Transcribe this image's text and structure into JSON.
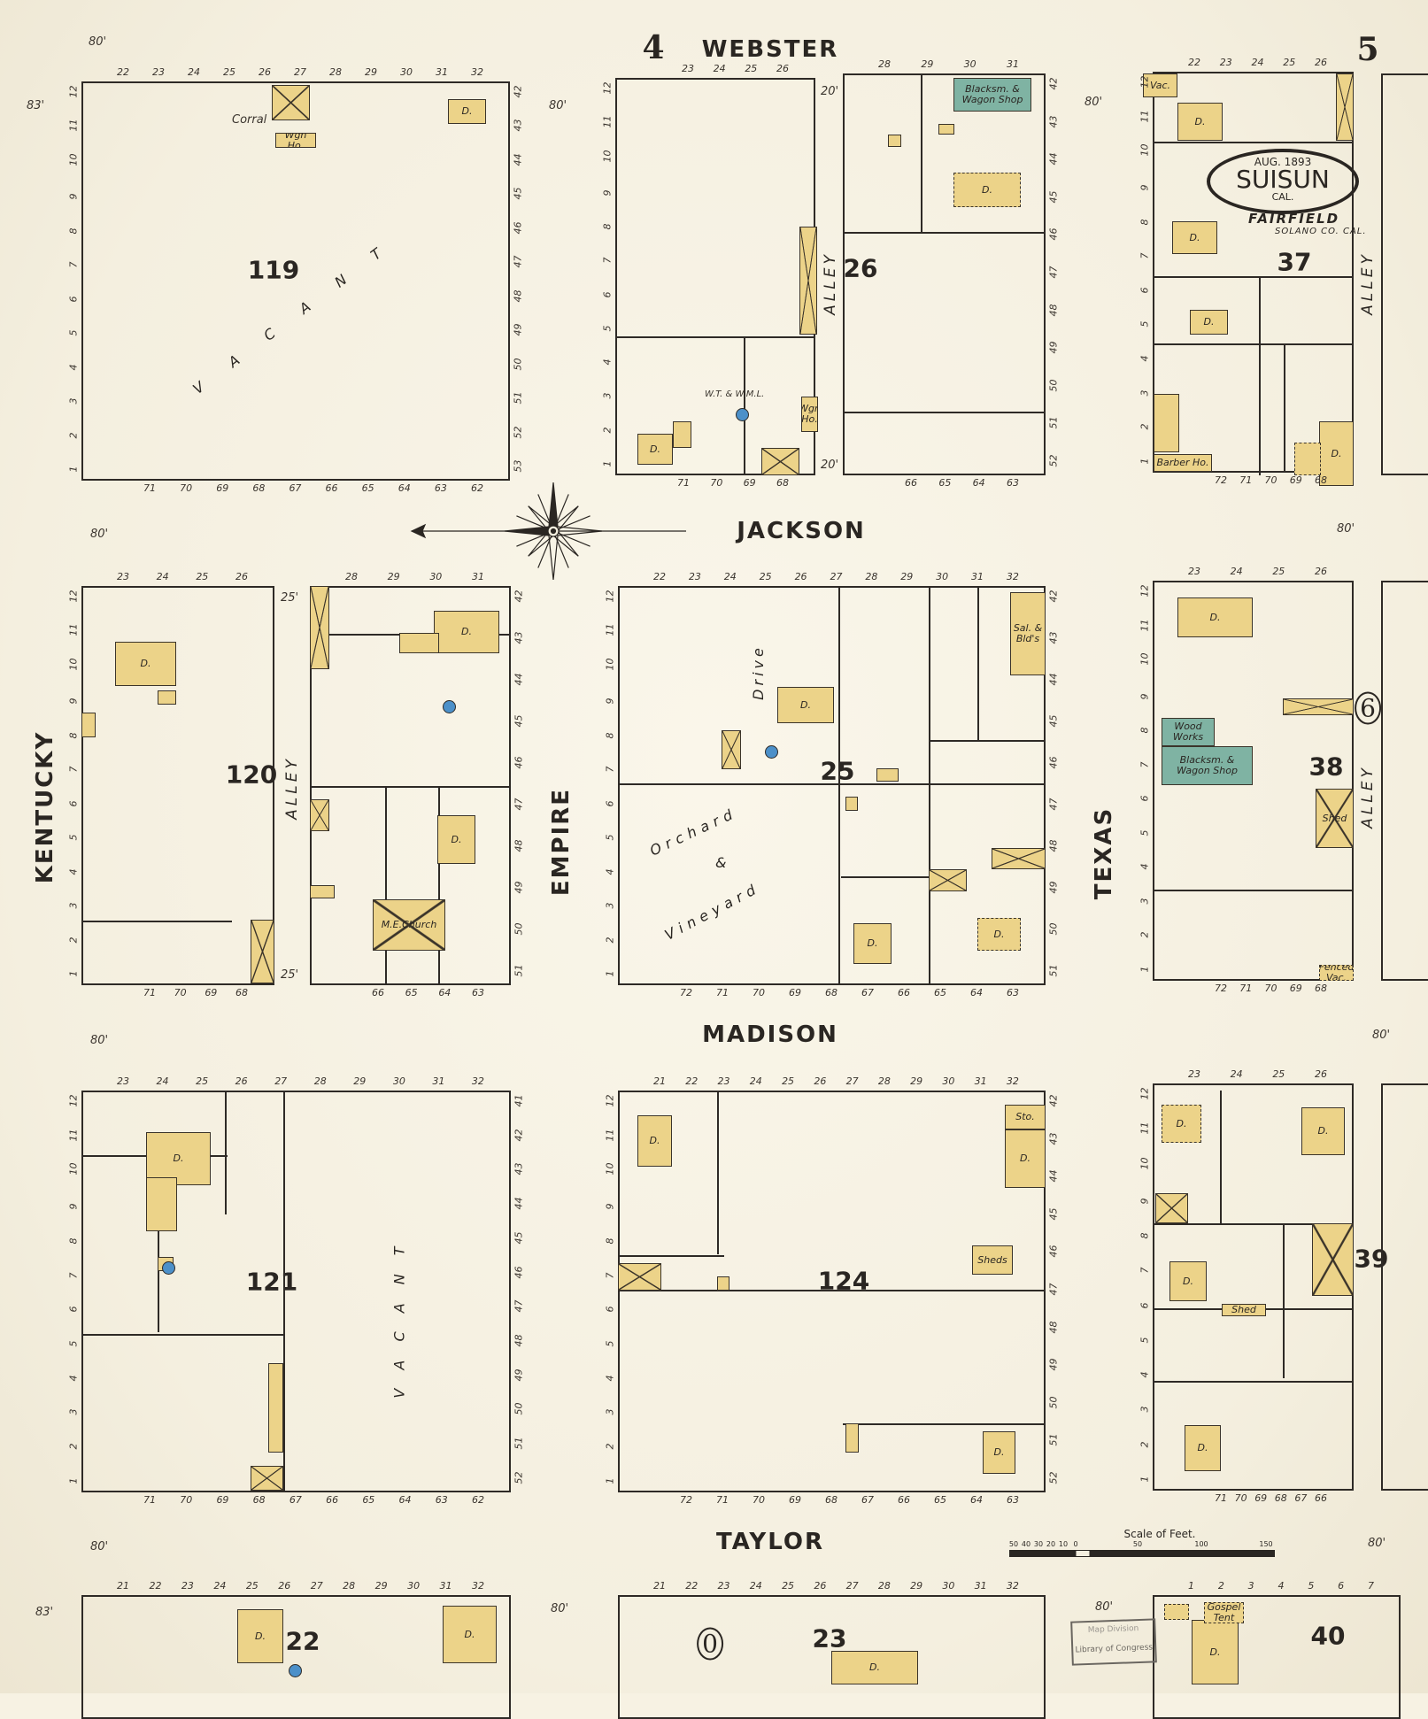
{
  "title": {
    "date": "AUG. 1893",
    "town": "SUISUN",
    "state": "CAL.",
    "subtown": "FAIRFIELD",
    "county": "SOLANO CO. CAL."
  },
  "page_numbers": {
    "current": "5",
    "adjacent_top": "4",
    "adjacent_right": "6",
    "adjacent_bottom": "0"
  },
  "streets": {
    "webster": "WEBSTER",
    "jackson": "JACKSON",
    "madison": "MADISON",
    "taylor": "TAYLOR",
    "kentucky": "KENTUCKY",
    "empire": "EMPIRE",
    "texas": "TEXAS",
    "alley": "ALLEY"
  },
  "street_widths": {
    "w80": "80'",
    "w83": "83'",
    "w20": "20'",
    "w25": "25'"
  },
  "scale": {
    "title": "Scale of Feet.",
    "ticks": [
      "50",
      "40",
      "30",
      "20",
      "10",
      "0",
      "50",
      "100",
      "150"
    ]
  },
  "stamp": {
    "line1": "Map Division",
    "line2": "Library of Congress"
  },
  "vacant": "V A C A N T",
  "blocks": [
    {
      "number": "119",
      "top": [
        "22",
        "23",
        "24",
        "25",
        "26",
        "27",
        "28",
        "29",
        "30",
        "31",
        "32"
      ],
      "bottom": [
        "71",
        "70",
        "69",
        "68",
        "67",
        "66",
        "65",
        "64",
        "63",
        "62"
      ],
      "left": [
        "12",
        "11",
        "10",
        "9",
        "8",
        "7",
        "6",
        "5",
        "4",
        "3",
        "2",
        "1"
      ],
      "right": [
        "42",
        "43",
        "44",
        "45",
        "46",
        "47",
        "48",
        "49",
        "50",
        "51",
        "52",
        "53"
      ]
    },
    {
      "number": "",
      "top": [
        "23",
        "24",
        "25",
        "26"
      ],
      "bottom": [
        "71",
        "70",
        "69",
        "68"
      ],
      "left": [
        "12",
        "11",
        "10",
        "9",
        "8",
        "7",
        "6",
        "5",
        "4",
        "3",
        "2",
        "1"
      ],
      "right": []
    },
    {
      "number": "26",
      "top": [
        "28",
        "29",
        "30",
        "31"
      ],
      "bottom": [
        "66",
        "65",
        "64",
        "63"
      ],
      "left": [],
      "right": [
        "42",
        "43",
        "44",
        "45",
        "46",
        "47",
        "48",
        "49",
        "50",
        "51",
        "52"
      ]
    },
    {
      "number": "37",
      "top": [
        "22",
        "23",
        "24",
        "25",
        "26"
      ],
      "bottom": [
        "72",
        "71",
        "70",
        "69",
        "68"
      ],
      "left": [
        "12",
        "11",
        "10",
        "9",
        "8",
        "7",
        "6",
        "5",
        "4",
        "3",
        "2",
        "1"
      ],
      "right": []
    },
    {
      "number": "120",
      "top": [
        "23",
        "24",
        "25",
        "26"
      ],
      "bottom": [
        "71",
        "70",
        "69",
        "68"
      ],
      "left": [
        "12",
        "11",
        "10",
        "9",
        "8",
        "7",
        "6",
        "5",
        "4",
        "3",
        "2",
        "1"
      ],
      "right": []
    },
    {
      "number": "",
      "top": [
        "28",
        "29",
        "30",
        "31"
      ],
      "bottom": [
        "66",
        "65",
        "64",
        "63"
      ],
      "left": [],
      "right": [
        "42",
        "43",
        "44",
        "45",
        "46",
        "47",
        "48",
        "49",
        "50",
        "51"
      ]
    },
    {
      "number": "25",
      "top": [
        "22",
        "23",
        "24",
        "25",
        "26",
        "27",
        "28",
        "29",
        "30",
        "31",
        "32"
      ],
      "bottom": [
        "72",
        "71",
        "70",
        "69",
        "68",
        "67",
        "66",
        "65",
        "64",
        "63"
      ],
      "left": [
        "12",
        "11",
        "10",
        "9",
        "8",
        "7",
        "6",
        "5",
        "4",
        "3",
        "2",
        "1"
      ],
      "right": [
        "42",
        "43",
        "44",
        "45",
        "46",
        "47",
        "48",
        "49",
        "50",
        "51"
      ]
    },
    {
      "number": "38",
      "top": [
        "23",
        "24",
        "25",
        "26"
      ],
      "bottom": [
        "72",
        "71",
        "70",
        "69",
        "68"
      ],
      "left": [
        "12",
        "11",
        "10",
        "9",
        "8",
        "7",
        "6",
        "5",
        "4",
        "3",
        "2",
        "1"
      ],
      "right": []
    },
    {
      "number": "121",
      "top": [
        "23",
        "24",
        "25",
        "26",
        "27",
        "28",
        "29",
        "30",
        "31",
        "32"
      ],
      "bottom": [
        "71",
        "70",
        "69",
        "68",
        "67",
        "66",
        "65",
        "64",
        "63",
        "62"
      ],
      "left": [
        "12",
        "11",
        "10",
        "9",
        "8",
        "7",
        "6",
        "5",
        "4",
        "3",
        "2",
        "1"
      ],
      "right": [
        "41",
        "42",
        "43",
        "44",
        "45",
        "46",
        "47",
        "48",
        "49",
        "50",
        "51",
        "52"
      ]
    },
    {
      "number": "124",
      "top": [
        "21",
        "22",
        "23",
        "24",
        "25",
        "26",
        "27",
        "28",
        "29",
        "30",
        "31",
        "32"
      ],
      "bottom": [
        "72",
        "71",
        "70",
        "69",
        "68",
        "67",
        "66",
        "65",
        "64",
        "63"
      ],
      "left": [
        "12",
        "11",
        "10",
        "9",
        "8",
        "7",
        "6",
        "5",
        "4",
        "3",
        "2",
        "1"
      ],
      "right": [
        "42",
        "43",
        "44",
        "45",
        "46",
        "47",
        "48",
        "49",
        "50",
        "51",
        "52"
      ]
    },
    {
      "number": "39",
      "top": [
        "23",
        "24",
        "25",
        "26"
      ],
      "bottom": [
        "71",
        "70",
        "69",
        "68",
        "67",
        "66"
      ],
      "left": [
        "12",
        "11",
        "10",
        "9",
        "8",
        "7",
        "6",
        "5",
        "4",
        "3",
        "2",
        "1"
      ],
      "right": []
    },
    {
      "number": "22",
      "top": [
        "21",
        "22",
        "23",
        "24",
        "25",
        "26",
        "27",
        "28",
        "29",
        "30",
        "31",
        "32"
      ],
      "bottom": [],
      "left": [],
      "right": []
    },
    {
      "number": "23",
      "top": [
        "21",
        "22",
        "23",
        "24",
        "25",
        "26",
        "27",
        "28",
        "29",
        "30",
        "31",
        "32"
      ],
      "bottom": [],
      "left": [],
      "right": []
    },
    {
      "number": "40",
      "top": [
        "1",
        "2",
        "3",
        "4",
        "5",
        "6",
        "7"
      ],
      "bottom": [],
      "left": [],
      "right": []
    }
  ],
  "labels": {
    "dwelling": "D.",
    "corral": "Corral",
    "wagon_house": "Wgn Ho.",
    "vacant_short": "Vac.",
    "blacksmith_1": "Blacksm. & Wagon Shop",
    "blacksmith_2": "Blacksm. & Wagon Shop",
    "wood_works": "Wood Works",
    "saloon": "Sal.",
    "saloon_birds": "Sal. & Bld's",
    "church": "M.E.Church",
    "shed": "Shed",
    "sheds": "Sheds",
    "store": "Sto.",
    "gospel_tent": "Gospel Tent",
    "orchard": "Orchard",
    "and": "&",
    "vineyard": "Vineyard",
    "drive": "Drive",
    "fenced_vac": "Fenced Vac.",
    "barber": "Barber Ho.",
    "water_tower": "W.T. & W.M.L."
  }
}
